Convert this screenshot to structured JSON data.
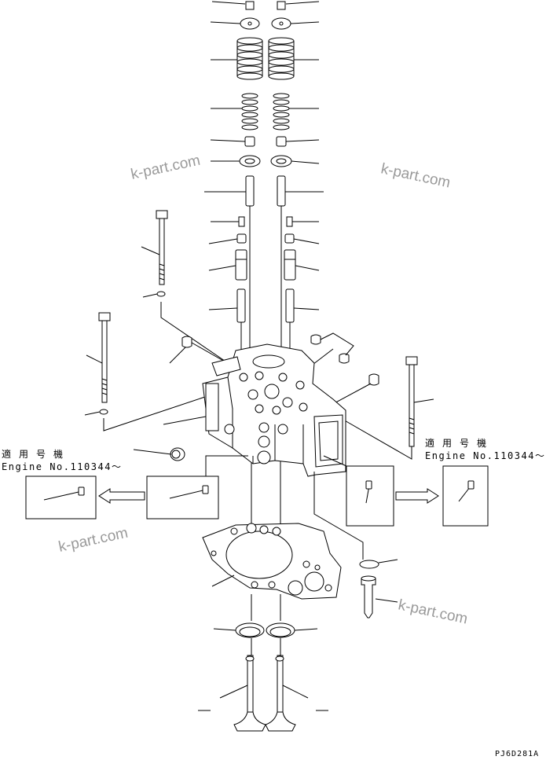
{
  "drawing_code": "PJ6D281A",
  "watermarks": [
    "k-part.com",
    "k-part.com",
    "k-part.com",
    "k-part.com"
  ],
  "callouts": {
    "left": {
      "title": "適用号機",
      "engine": "Engine No.110344～"
    },
    "right": {
      "title": "適用号機",
      "engine": "Engine No.110344～"
    }
  }
}
